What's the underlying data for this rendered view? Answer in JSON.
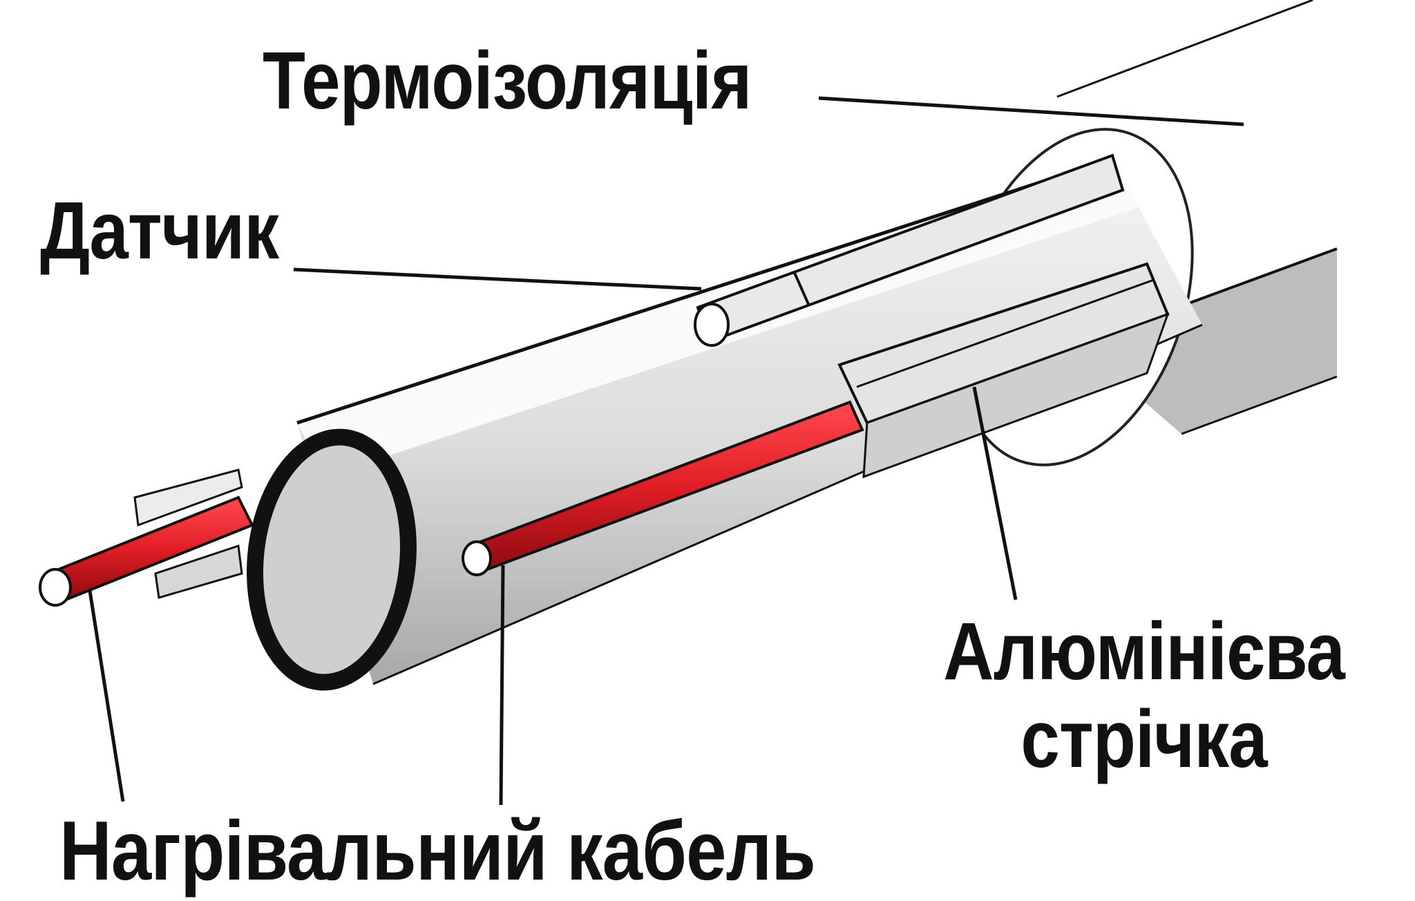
{
  "labels": {
    "insulation": "Термоізоляція",
    "sensor": "Датчик",
    "foil_line1": "Алюмінієва",
    "foil_line2": "стрічка",
    "cable": "Нагрівальний кабель"
  },
  "colors": {
    "background": "#ffffff",
    "outline": "#111111",
    "pipe_shadow": "#a9a9a9",
    "pipe_light": "#eeeeee",
    "cable_red": "#e01e25",
    "cable_red_dark": "#9e0c12",
    "foil": "#dcdcdc",
    "label_text": "#111111"
  }
}
